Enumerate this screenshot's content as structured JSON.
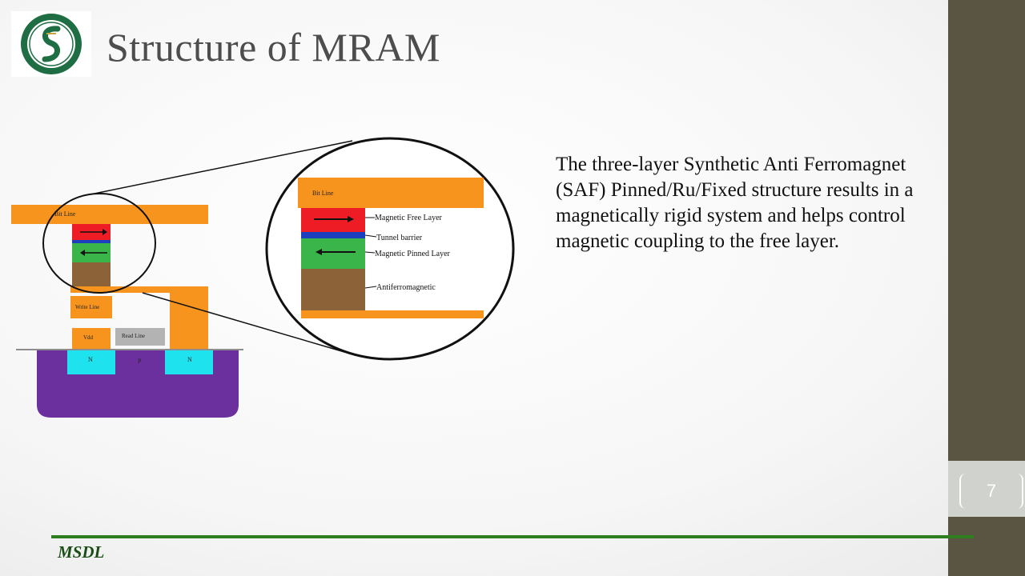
{
  "slide": {
    "title": "Structure of MRAM",
    "page_number": "7",
    "footer": "MSDL",
    "body": "The three-layer Synthetic  Anti Ferromagnet (SAF) Pinned/Ru/Fixed structure results in a magnetically rigid system and helps control magnetic coupling to the free layer."
  },
  "diagram": {
    "cell_labels": {
      "bit_line": "Bit Line",
      "write_line": "Write Line",
      "vdd": "Vdd",
      "read_line": "Read Line",
      "n_left": "N",
      "p": "P",
      "n_right": "N"
    },
    "zoom_labels": {
      "bit_line": "Bit Line",
      "free_layer": "Magnetic Free Layer",
      "tunnel_barrier": "Tunnel barrier",
      "pinned_layer": "Magnetic Pinned Layer",
      "antiferromagnetic": "Antiferromagnetic"
    },
    "colors": {
      "metal": "#f7941d",
      "free_layer": "#ee1c24",
      "tunnel_barrier": "#1c3fbf",
      "pinned_layer": "#39b54a",
      "antiferromagnetic": "#8c6239",
      "n_well": "#1ee3ef",
      "substrate": "#6c2f9e",
      "read_line": "#b3b3b3",
      "sidebar": "#5a5543",
      "footer_rule": "#2e7d1f"
    },
    "icons": [
      "right-arrow-icon",
      "left-arrow-icon"
    ]
  }
}
